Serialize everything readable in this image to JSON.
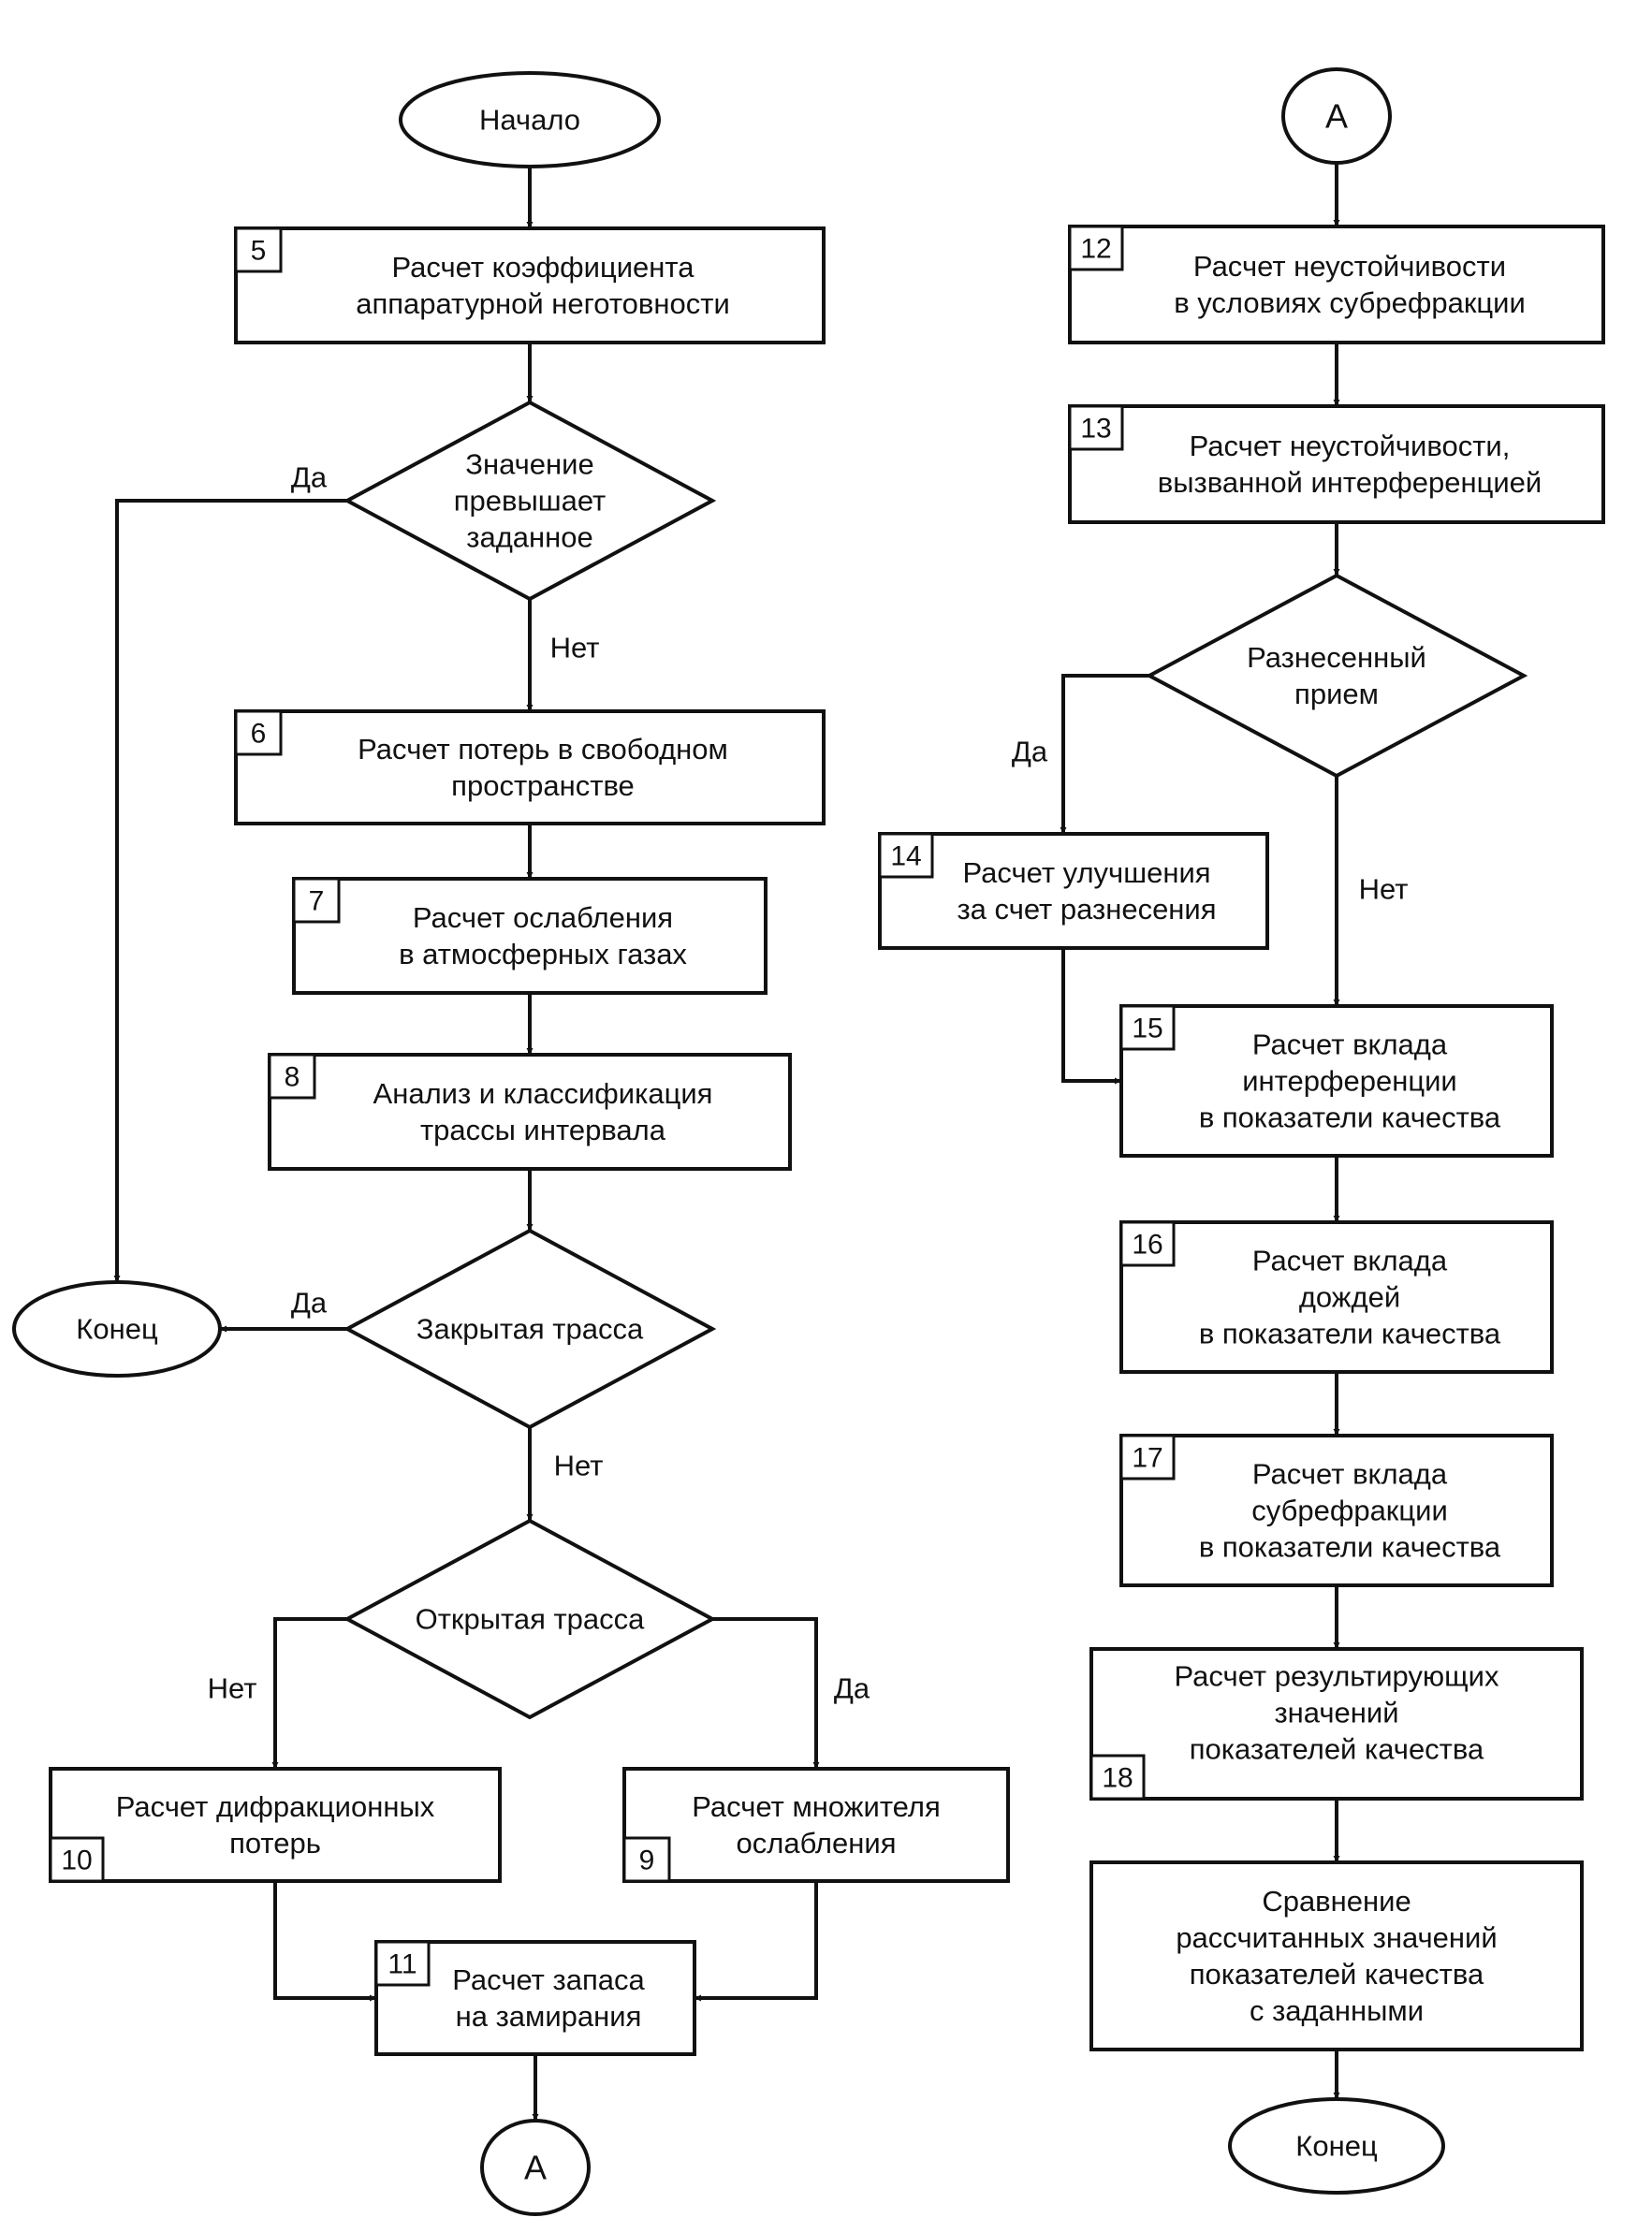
{
  "colors": {
    "ink": "#111111",
    "paper": "#ffffff"
  },
  "nodes": [
    {
      "id": "start",
      "shape": "terminal",
      "lines": [
        "Начало"
      ]
    },
    {
      "id": "b5",
      "shape": "process",
      "number": "5",
      "lines": [
        "Расчет коэффициента",
        "аппаратурной неготовности"
      ]
    },
    {
      "id": "d1",
      "shape": "decision",
      "lines": [
        "Значение",
        "превышает",
        "заданное"
      ]
    },
    {
      "id": "b6",
      "shape": "process",
      "number": "6",
      "lines": [
        "Расчет потерь в свободном",
        "пространстве"
      ]
    },
    {
      "id": "b7",
      "shape": "process",
      "number": "7",
      "lines": [
        "Расчет ослабления",
        "в атмосферных газах"
      ]
    },
    {
      "id": "b8",
      "shape": "process",
      "number": "8",
      "lines": [
        "Анализ и классификация",
        "трассы интервала"
      ]
    },
    {
      "id": "d2",
      "shape": "decision",
      "lines": [
        "Закрытая трасса"
      ]
    },
    {
      "id": "end1",
      "shape": "terminal",
      "lines": [
        "Конец"
      ]
    },
    {
      "id": "d3",
      "shape": "decision",
      "lines": [
        "Открытая трасса"
      ]
    },
    {
      "id": "b10",
      "shape": "process",
      "number": "10",
      "lines": [
        "Расчет дифракционных",
        "потерь"
      ]
    },
    {
      "id": "b9",
      "shape": "process",
      "number": "9",
      "lines": [
        "Расчет множителя",
        "ослабления"
      ]
    },
    {
      "id": "b11",
      "shape": "process",
      "number": "11",
      "lines": [
        "Расчет запаса",
        "на замирания"
      ]
    },
    {
      "id": "connA1",
      "shape": "connector",
      "lines": [
        "А"
      ]
    },
    {
      "id": "connA2",
      "shape": "connector",
      "lines": [
        "А"
      ]
    },
    {
      "id": "b12",
      "shape": "process",
      "number": "12",
      "lines": [
        "Расчет неустойчивости",
        "в условиях субрефракции"
      ]
    },
    {
      "id": "b13",
      "shape": "process",
      "number": "13",
      "lines": [
        "Расчет неустойчивости,",
        "вызванной интерференцией"
      ]
    },
    {
      "id": "d4",
      "shape": "decision",
      "lines": [
        "Разнесенный",
        "прием"
      ]
    },
    {
      "id": "b14",
      "shape": "process",
      "number": "14",
      "lines": [
        "Расчет улучшения",
        "за счет разнесения"
      ]
    },
    {
      "id": "b15",
      "shape": "process",
      "number": "15",
      "lines": [
        "Расчет вклада",
        "интерференции",
        "в показатели качества"
      ]
    },
    {
      "id": "b16",
      "shape": "process",
      "number": "16",
      "lines": [
        "Расчет вклада",
        "дождей",
        "в показатели качества"
      ]
    },
    {
      "id": "b17",
      "shape": "process",
      "number": "17",
      "lines": [
        "Расчет вклада",
        "субрефракции",
        "в показатели качества"
      ]
    },
    {
      "id": "b18",
      "shape": "process",
      "number": "18",
      "lines": [
        "Расчет результирующих",
        "значений",
        "показателей качества"
      ]
    },
    {
      "id": "b19",
      "shape": "process",
      "lines": [
        "Сравнение",
        "рассчитанных значений",
        "показателей качества",
        "с заданными"
      ]
    },
    {
      "id": "end2",
      "shape": "terminal",
      "lines": [
        "Конец"
      ]
    }
  ],
  "edges": [
    {
      "from": "start",
      "to": "b5"
    },
    {
      "from": "b5",
      "to": "d1"
    },
    {
      "from": "d1",
      "to": "end1",
      "label": "Да"
    },
    {
      "from": "d1",
      "to": "b6",
      "label": "Нет"
    },
    {
      "from": "b6",
      "to": "b7"
    },
    {
      "from": "b7",
      "to": "b8"
    },
    {
      "from": "b8",
      "to": "d2"
    },
    {
      "from": "d2",
      "to": "end1",
      "label": "Да"
    },
    {
      "from": "d2",
      "to": "d3",
      "label": "Нет"
    },
    {
      "from": "d3",
      "to": "b10",
      "label": "Нет"
    },
    {
      "from": "d3",
      "to": "b9",
      "label": "Да"
    },
    {
      "from": "b10",
      "to": "b11"
    },
    {
      "from": "b9",
      "to": "b11"
    },
    {
      "from": "b11",
      "to": "connA1"
    },
    {
      "from": "connA2",
      "to": "b12"
    },
    {
      "from": "b12",
      "to": "b13"
    },
    {
      "from": "b13",
      "to": "d4"
    },
    {
      "from": "d4",
      "to": "b14",
      "label": "Да"
    },
    {
      "from": "d4",
      "to": "b15",
      "label": "Нет"
    },
    {
      "from": "b14",
      "to": "b15"
    },
    {
      "from": "b15",
      "to": "b16"
    },
    {
      "from": "b16",
      "to": "b17"
    },
    {
      "from": "b17",
      "to": "b18"
    },
    {
      "from": "b18",
      "to": "b19"
    },
    {
      "from": "b19",
      "to": "end2"
    }
  ]
}
